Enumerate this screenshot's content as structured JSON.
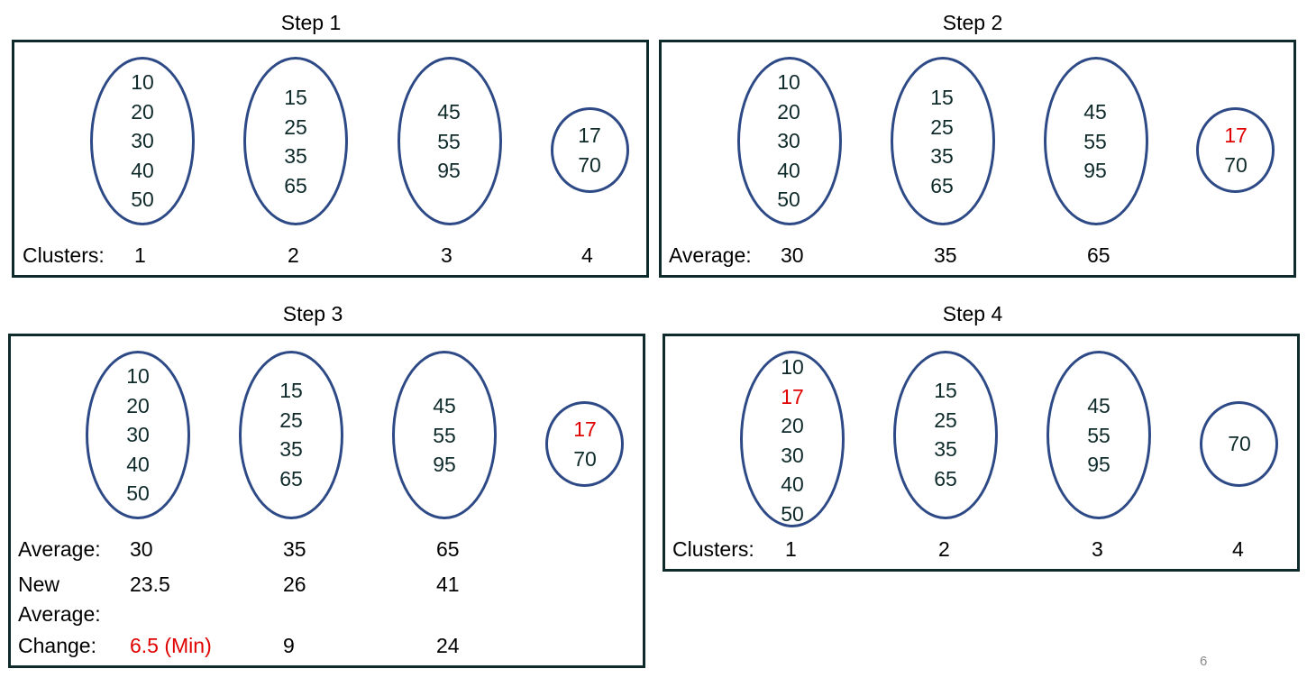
{
  "step1": {
    "title": "Step 1",
    "groups": [
      [
        "10",
        "20",
        "30",
        "40",
        "50"
      ],
      [
        "15",
        "25",
        "35",
        "65"
      ],
      [
        "45",
        "55",
        "95"
      ],
      [
        "17",
        "70"
      ]
    ],
    "row_label": "Clusters:",
    "row_values": [
      "1",
      "2",
      "3",
      "4"
    ]
  },
  "step2": {
    "title": "Step 2",
    "groups": [
      [
        "10",
        "20",
        "30",
        "40",
        "50"
      ],
      [
        "15",
        "25",
        "35",
        "65"
      ],
      [
        "45",
        "55",
        "95"
      ],
      [
        "17",
        "70"
      ]
    ],
    "row_label": "Average:",
    "row_values": [
      "30",
      "35",
      "65"
    ]
  },
  "step3": {
    "title": "Step 3",
    "groups": [
      [
        "10",
        "20",
        "30",
        "40",
        "50"
      ],
      [
        "15",
        "25",
        "35",
        "65"
      ],
      [
        "45",
        "55",
        "95"
      ],
      [
        "17",
        "70"
      ]
    ],
    "average_label": "Average:",
    "average_values": [
      "30",
      "35",
      "65"
    ],
    "new_label_line1": "New",
    "new_label_line2": "Average:",
    "new_values": [
      "23.5",
      "26",
      "41"
    ],
    "change_label": "Change:",
    "change_values": [
      "6.5 (Min)",
      "9",
      "24"
    ]
  },
  "step4": {
    "title": "Step 4",
    "groups": [
      [
        "10",
        "17",
        "20",
        "30",
        "40",
        "50"
      ],
      [
        "15",
        "25",
        "35",
        "65"
      ],
      [
        "45",
        "55",
        "95"
      ],
      [
        "70"
      ]
    ],
    "row_label": "Clusters:",
    "row_values": [
      "1",
      "2",
      "3",
      "4"
    ]
  },
  "page_number": "6",
  "colors": {
    "border": "#0f2a2a",
    "ellipse": "#2e4a86",
    "highlight": "#e00000"
  }
}
